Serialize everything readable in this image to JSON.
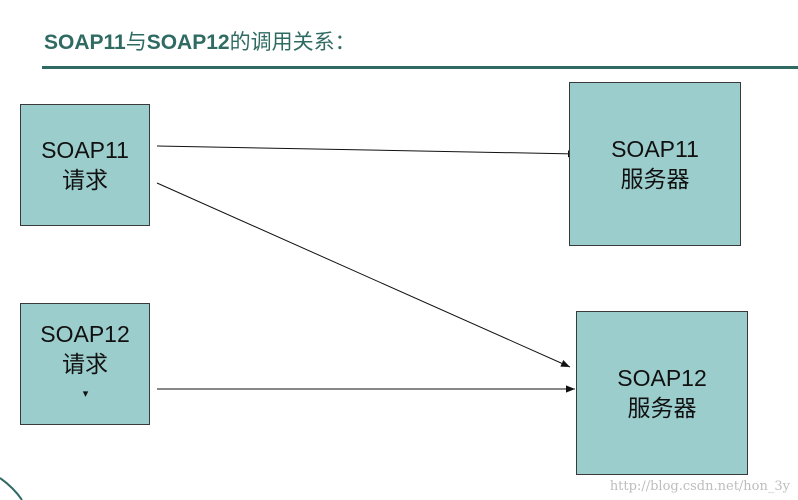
{
  "title": {
    "part1": "SOAP11",
    "part2": "与",
    "part3": "SOAP12",
    "part4": "的调用关系："
  },
  "nodes": {
    "soap11_request": {
      "line1": "SOAP11",
      "line2": "请求"
    },
    "soap12_request": {
      "line1": "SOAP12",
      "line2": "请求",
      "marker": "▾"
    },
    "soap11_server": {
      "line1": "SOAP11",
      "line2": "服务器"
    },
    "soap12_server": {
      "line1": "SOAP12",
      "line2": "服务器"
    }
  },
  "edges": [
    {
      "from": "soap11_request",
      "to": "soap11_server"
    },
    {
      "from": "soap11_request",
      "to": "soap12_server"
    },
    {
      "from": "soap12_request",
      "to": "soap12_server"
    }
  ],
  "watermark": "http://blog.csdn.net/hon_3y",
  "colors": {
    "accent": "#2f6b63",
    "node_fill": "#9bcdcc",
    "node_border": "#3a3a3a",
    "arrow": "#111111"
  }
}
